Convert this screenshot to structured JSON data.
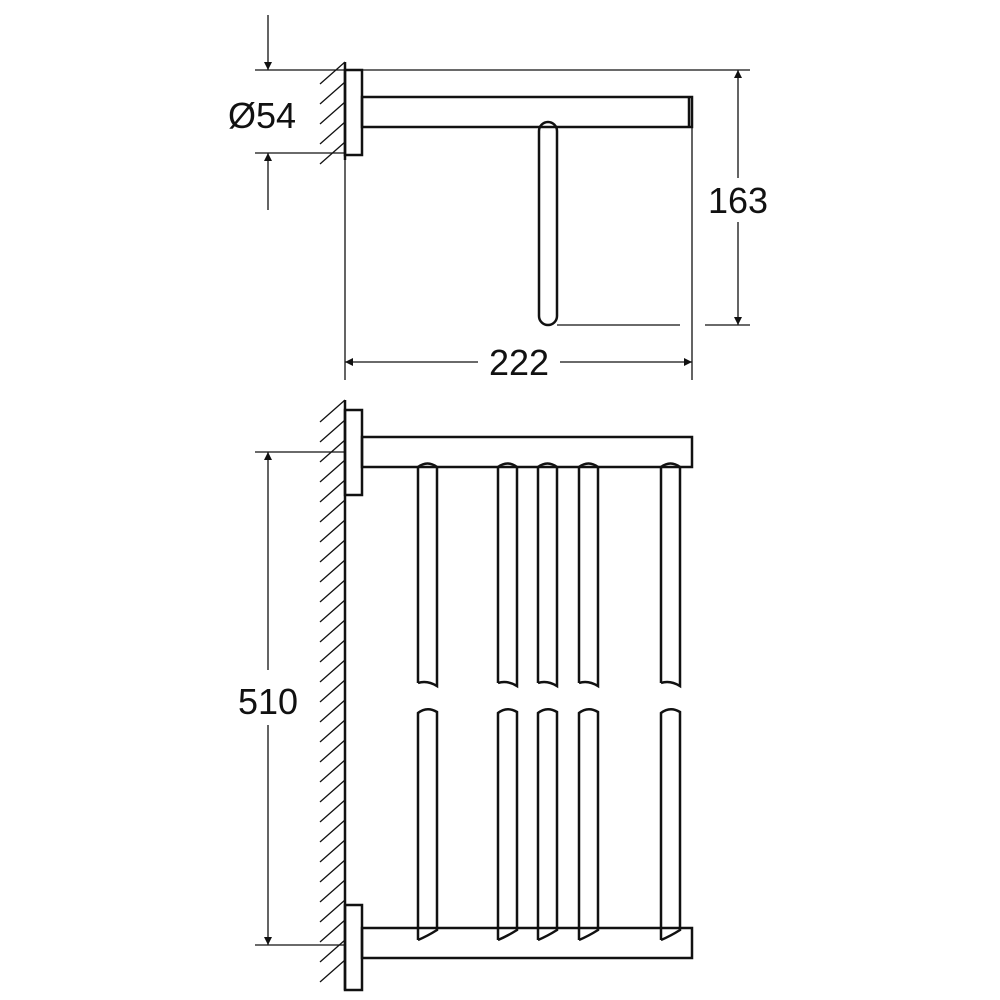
{
  "dimensions": {
    "diameter": "Ø54",
    "height": "163",
    "depth": "222",
    "width": "510"
  },
  "views": {
    "top": {
      "rod_count": 1
    },
    "front": {
      "rods_upper": 5,
      "rods_lower": 5
    }
  }
}
